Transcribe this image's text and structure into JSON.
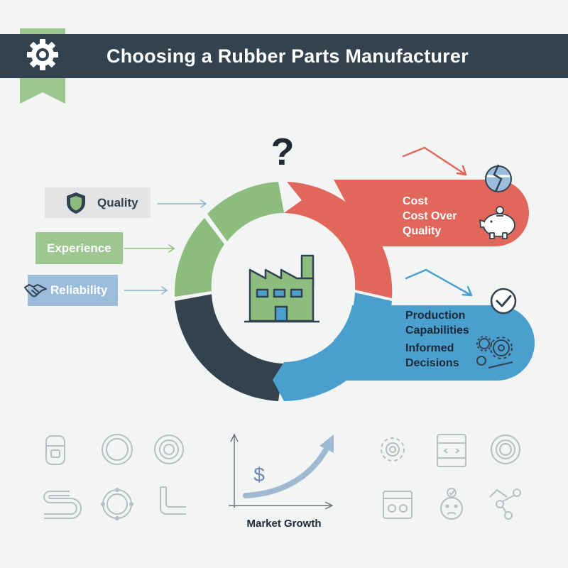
{
  "header": {
    "title": "Choosing a Rubber Parts Manufacturer"
  },
  "factors": [
    {
      "label": "Quality",
      "icon": "shield-icon"
    },
    {
      "label": "Experience",
      "icon": ""
    },
    {
      "label": "Reliability",
      "icon": "handshake-icon"
    }
  ],
  "question_mark": "?",
  "cost_panel": {
    "lines": [
      "Cost",
      "Cost Over",
      "Quality"
    ],
    "icons": [
      "broken-coin-icon",
      "piggy-bank-icon"
    ]
  },
  "production_panel": {
    "lines": [
      "Production",
      "Capabilities",
      "Informed",
      "Decisions"
    ],
    "icons": [
      "checkmark-icon",
      "gears-icon"
    ]
  },
  "center_icon": "factory-icon",
  "growth_chart": {
    "label": "Market Growth",
    "symbol": "$"
  },
  "parts_icons": [
    "bushing-icon",
    "o-ring-icon",
    "double-ring-icon",
    "gear-seal-icon",
    "schematic-icon",
    "washer-icon",
    "hose-icon",
    "grommet-icon",
    "tube-icon",
    "control-panel-icon",
    "smiley-part-icon",
    "connector-icon"
  ],
  "colors": {
    "header": "#33424f",
    "green": "#8cbd7e",
    "red": "#e2675b",
    "blue": "#4a9fcf",
    "dark": "#33424f",
    "quality_box": "#e3e4e5",
    "experience_box": "#9cc88f",
    "reliability_box": "#9bbddb"
  }
}
